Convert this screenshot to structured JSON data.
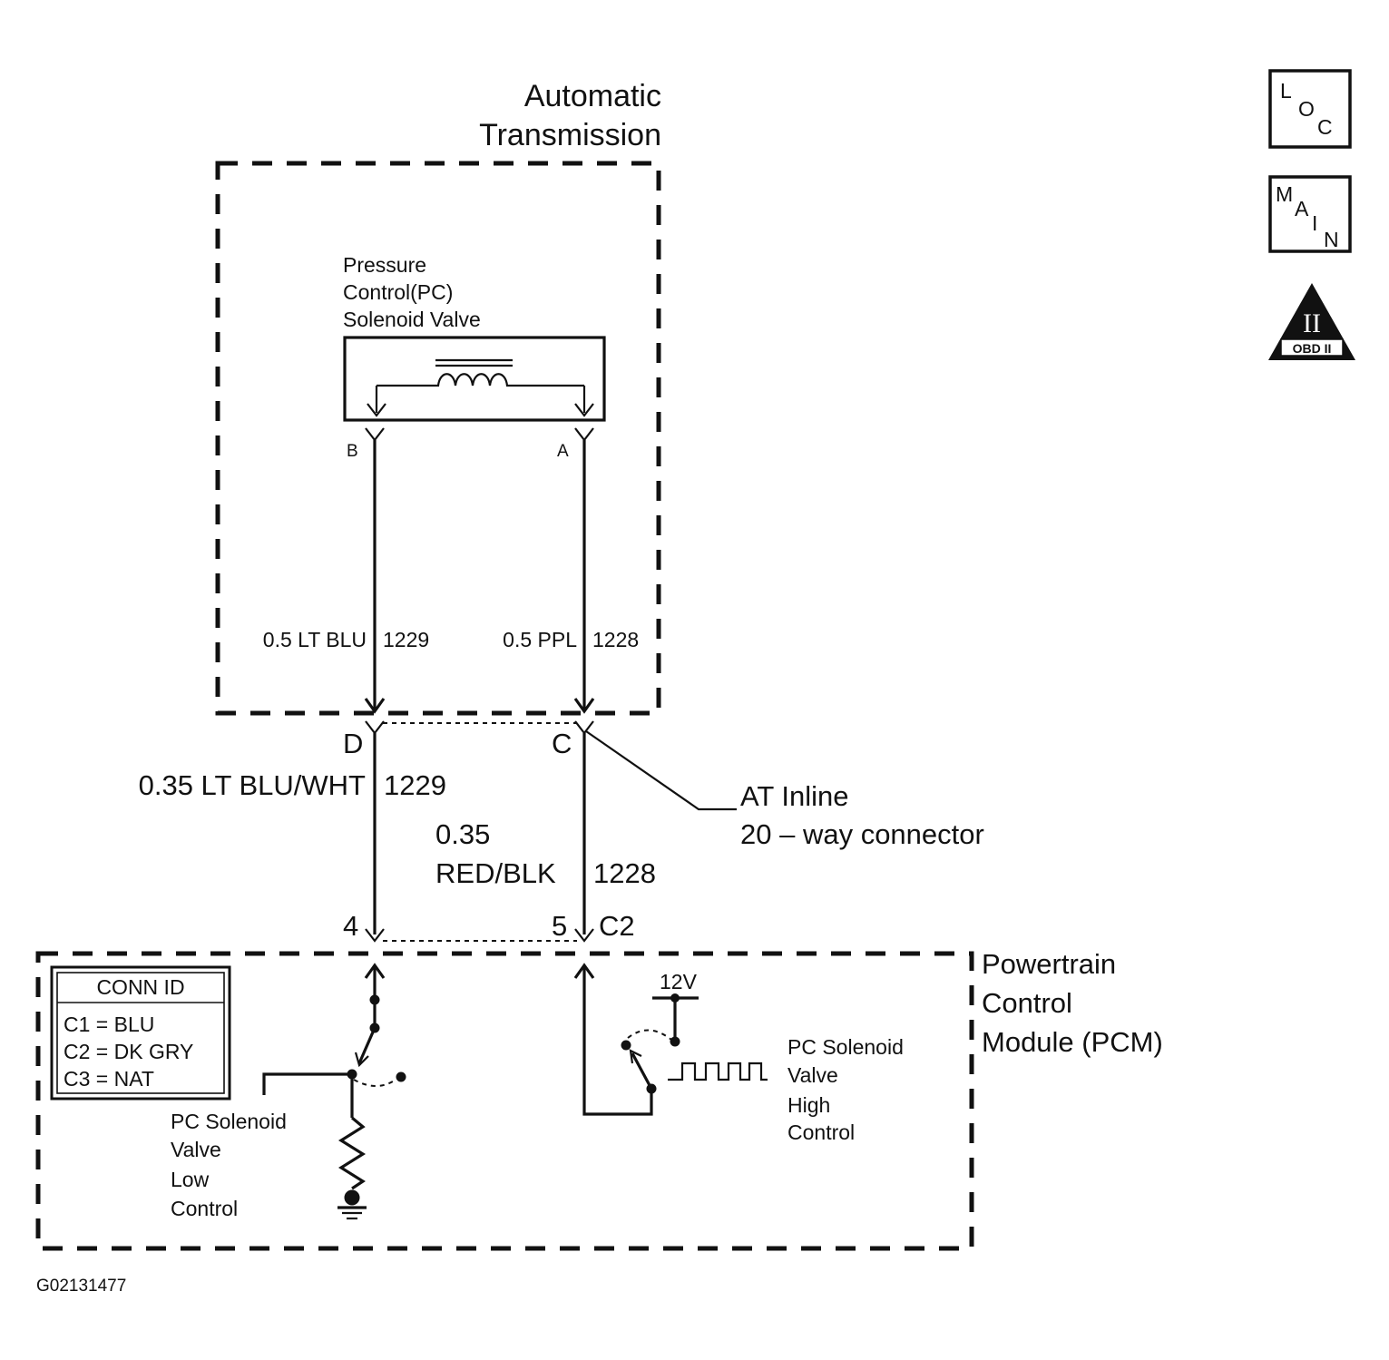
{
  "transmission": {
    "title_line1": "Automatic",
    "title_line2": "Transmission",
    "solenoid_label": [
      "Pressure",
      "Control(PC)",
      "Solenoid Valve"
    ],
    "pin_b": "B",
    "pin_a": "A",
    "wire_left": {
      "gauge_color": "0.5 LT BLU",
      "circuit": "1229"
    },
    "wire_right": {
      "gauge_color": "0.5 PPL",
      "circuit": "1228"
    }
  },
  "inline_connector": {
    "pin_d": "D",
    "pin_c": "C",
    "label_line1": "AT Inline",
    "label_line2": "20 – way connector"
  },
  "harness": {
    "left_wire": {
      "gauge_color": "0.35 LT BLU/WHT",
      "circuit": "1229"
    },
    "right_wire": {
      "gauge": "0.35",
      "color": "RED/BLK",
      "circuit": "1228"
    }
  },
  "pcm": {
    "title_lines": [
      "Powertrain",
      "Control",
      "Module (PCM)"
    ],
    "pin_4": "4",
    "pin_5": "5",
    "connector": "C2",
    "conn_id": {
      "header": "CONN ID",
      "rows": [
        "C1 = BLU",
        "C2 = DK GRY",
        "C3 = NAT"
      ]
    },
    "low_control_label": [
      "PC Solenoid",
      "Valve",
      "Low",
      "Control"
    ],
    "high_control_label": [
      "PC Solenoid",
      "Valve",
      "High",
      "Control"
    ],
    "supply_label": "12V"
  },
  "icons": {
    "loc": [
      "L",
      "O",
      "C"
    ],
    "main": [
      "M",
      "A",
      "I",
      "N"
    ],
    "obd": {
      "numeral": "II",
      "text": "OBD II"
    }
  },
  "figure_id": "G02131477"
}
